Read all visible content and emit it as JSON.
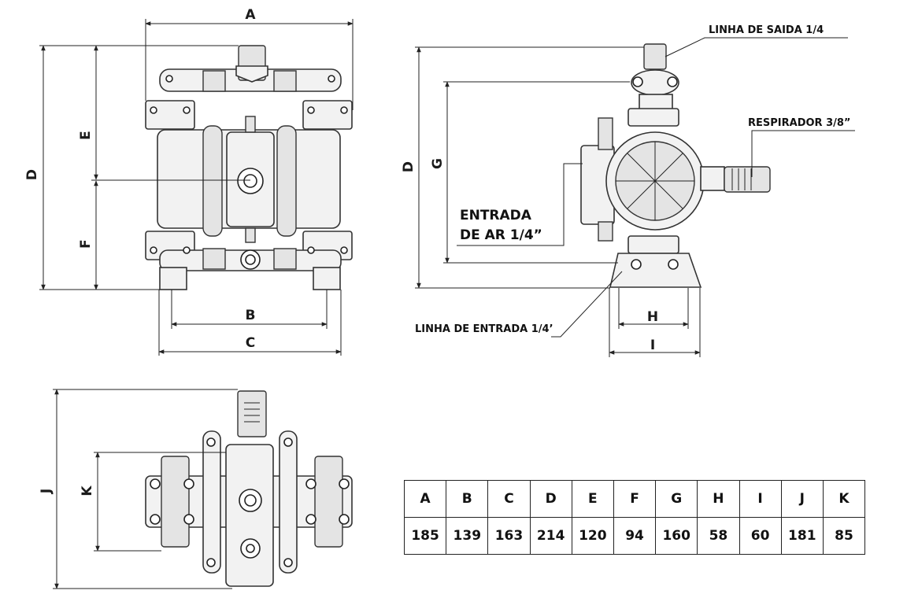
{
  "dimension_letters": {
    "a": "A",
    "b": "B",
    "c": "C",
    "d": "D",
    "e": "E",
    "f": "F",
    "g": "G",
    "h": "H",
    "i": "I",
    "j": "J",
    "k": "K"
  },
  "callouts": {
    "outlet_line": "LINHA DE SAIDA 1/4",
    "breather": "RESPIRADOR 3/8”",
    "air_inlet_line1": "ENTRADA",
    "air_inlet_line2": "DE AR 1/4”",
    "inlet_line": "LINHA DE ENTRADA 1/4’"
  },
  "dimensions_table": {
    "headers": [
      "A",
      "B",
      "C",
      "D",
      "E",
      "F",
      "G",
      "H",
      "I",
      "J",
      "K"
    ],
    "values": [
      "185",
      "139",
      "163",
      "214",
      "120",
      "94",
      "160",
      "58",
      "60",
      "181",
      "85"
    ]
  }
}
